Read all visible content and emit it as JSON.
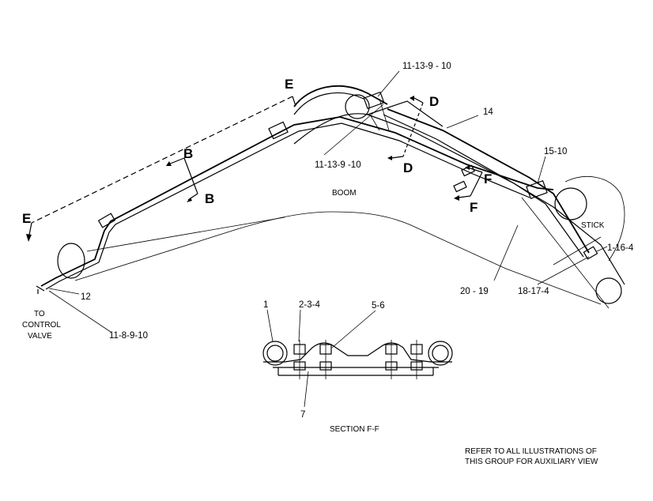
{
  "callouts": {
    "c_11_13_9_10_top": "11-13-9 - 10",
    "c_11_13_9_10_mid": "11-13-9 -10",
    "c_14": "14",
    "c_15_10": "15-10",
    "c_1_16_4": "1-16-4",
    "c_18_17_4": "18-17-4",
    "c_20_19": "20 - 19",
    "c_12": "12",
    "c_11_8_9_10": "11-8-9-10",
    "c_1": "1",
    "c_2_3_4": "2-3-4",
    "c_5_6": "5-6",
    "c_7": "7"
  },
  "section_marks": {
    "e_top": "E",
    "e_left": "E",
    "b_top": "B",
    "b_bottom": "B",
    "d_top": "D",
    "d_bottom": "D",
    "f_top": "F",
    "f_bottom": "F"
  },
  "parts": {
    "boom": "BOOM",
    "stick": "STICK"
  },
  "control_valve": [
    "TO",
    "CONTROL",
    "VALVE"
  ],
  "section_title": "SECTION  F-F",
  "note": [
    "REFER TO ALL ILLUSTRATIONS OF",
    "THIS GROUP FOR AUXILIARY VIEW"
  ]
}
